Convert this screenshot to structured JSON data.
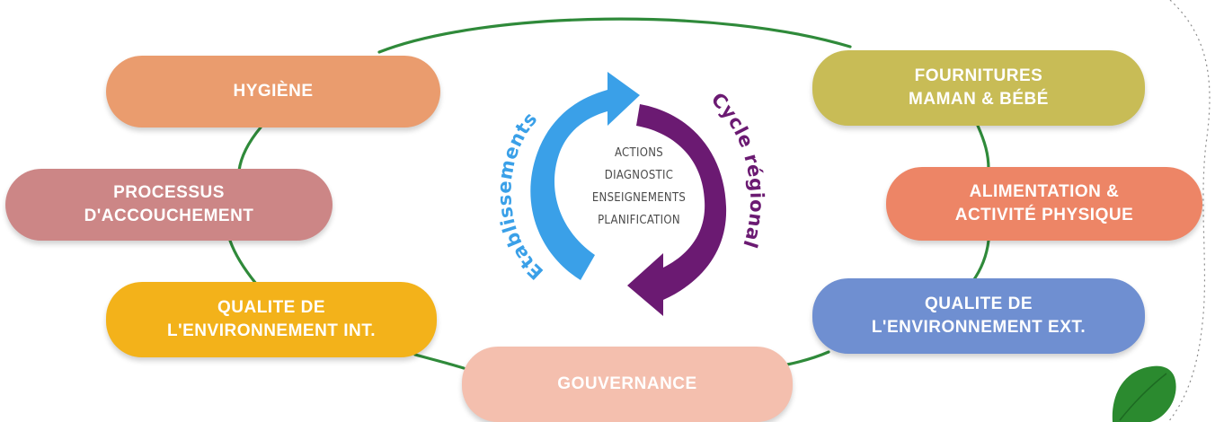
{
  "colors": {
    "connector": "#2f8a3a",
    "arrow_blue": "#3aa0e8",
    "arrow_purple": "#6b1a72",
    "leaf": "#2b8a2f",
    "dotted": "#888888"
  },
  "pills": {
    "hygiene": {
      "line1": "HYGIÈNE",
      "color": "#ea9c6e"
    },
    "fournitures": {
      "line1": "FOURNITURES",
      "line2": "MAMAN & BÉBÉ",
      "color": "#c8bc56"
    },
    "processus": {
      "line1": "PROCESSUS",
      "line2": "D'ACCOUCHEMENT",
      "color": "#cc8686"
    },
    "alimentation": {
      "line1": "ALIMENTATION &",
      "line2": "ACTIVITÉ PHYSIQUE",
      "color": "#ed8566"
    },
    "qualite_int": {
      "line1": "QUALITE DE",
      "line2": "L'ENVIRONNEMENT INT.",
      "color": "#f3b21a"
    },
    "qualite_ext": {
      "line1": "QUALITE DE",
      "line2": "L'ENVIRONNEMENT EXT.",
      "color": "#6f8fd1"
    },
    "gouvernance": {
      "line1": "GOUVERNANCE",
      "color": "#f4bfae"
    }
  },
  "cycle": {
    "left_label": "Etablissements",
    "right_label": "Cycle régional",
    "items": [
      "ACTIONS",
      "DIAGNOSTIC",
      "ENSEIGNEMENTS",
      "PLANIFICATION"
    ]
  }
}
